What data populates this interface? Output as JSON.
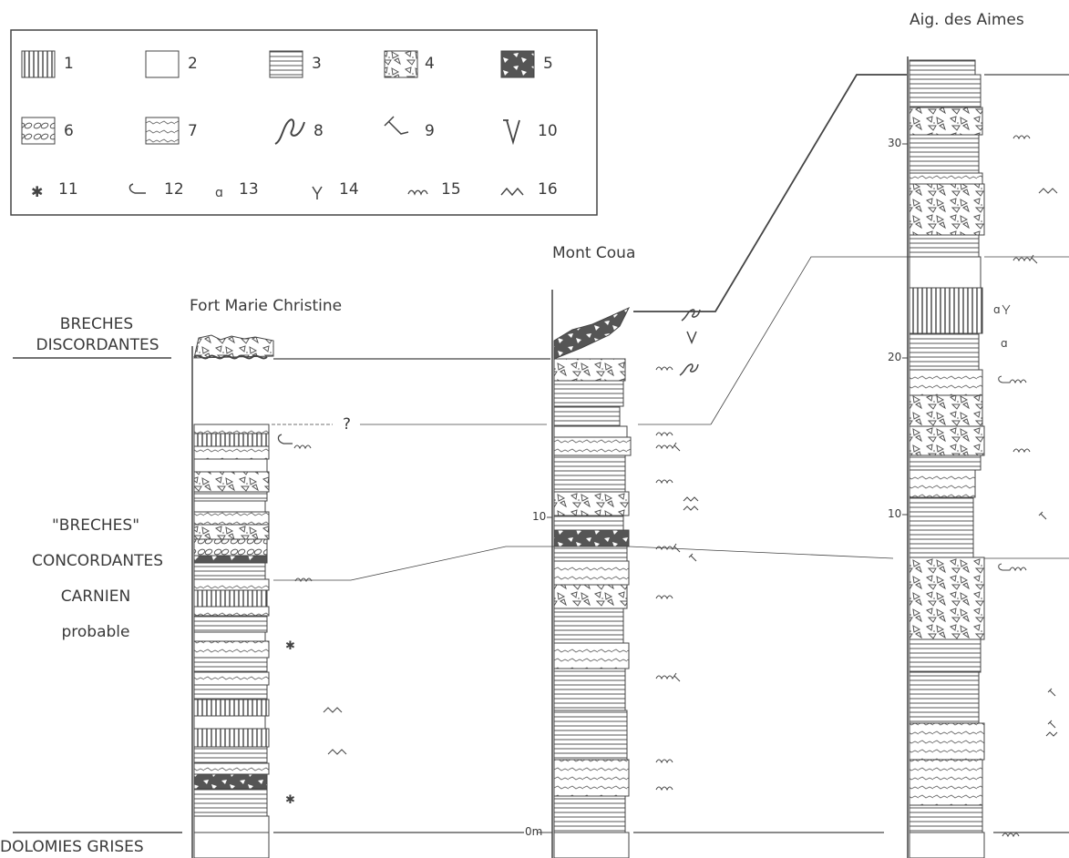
{
  "legend": {
    "items": [
      {
        "num": "1",
        "icon": "vertical-hatch-icon"
      },
      {
        "num": "2",
        "icon": "blank-box-icon"
      },
      {
        "num": "3",
        "icon": "horizontal-hatch-icon"
      },
      {
        "num": "4",
        "icon": "breccia-light-icon"
      },
      {
        "num": "5",
        "icon": "breccia-dark-icon"
      },
      {
        "num": "6",
        "icon": "ovals-icon"
      },
      {
        "num": "7",
        "icon": "dashed-lamination-icon"
      },
      {
        "num": "8",
        "icon": "slump-icon"
      },
      {
        "num": "9",
        "icon": "fault-tick-icon"
      },
      {
        "num": "10",
        "icon": "v-symbol-icon"
      },
      {
        "num": "11",
        "icon": "star-icon"
      },
      {
        "num": "12",
        "icon": "shell-icon"
      },
      {
        "num": "13",
        "icon": "gastropod-icon"
      },
      {
        "num": "14",
        "icon": "plant-icon"
      },
      {
        "num": "15",
        "icon": "ripple-icon"
      },
      {
        "num": "16",
        "icon": "wavy-icon"
      }
    ]
  },
  "sections": {
    "fort": "Fort Marie Christine",
    "coua": "Mont Coua",
    "aimes": "Aig. des Aimes"
  },
  "units": {
    "breches_disc_1": "BRECHES",
    "breches_disc_2": "DISCORDANTES",
    "breches_conc_1": "\"BRECHES\"",
    "breches_conc_2": "CONCORDANTES",
    "carnien_1": "CARNIEN",
    "carnien_2": "probable",
    "dolomies": "DOLOMIES GRISES"
  },
  "scale": {
    "coua_10": "10",
    "coua_0": "0m",
    "aimes_30": "30",
    "aimes_20": "20",
    "aimes_10": "10"
  },
  "question": "?",
  "colors": {
    "ink": "#3a3a3a",
    "dark": "#555555"
  }
}
